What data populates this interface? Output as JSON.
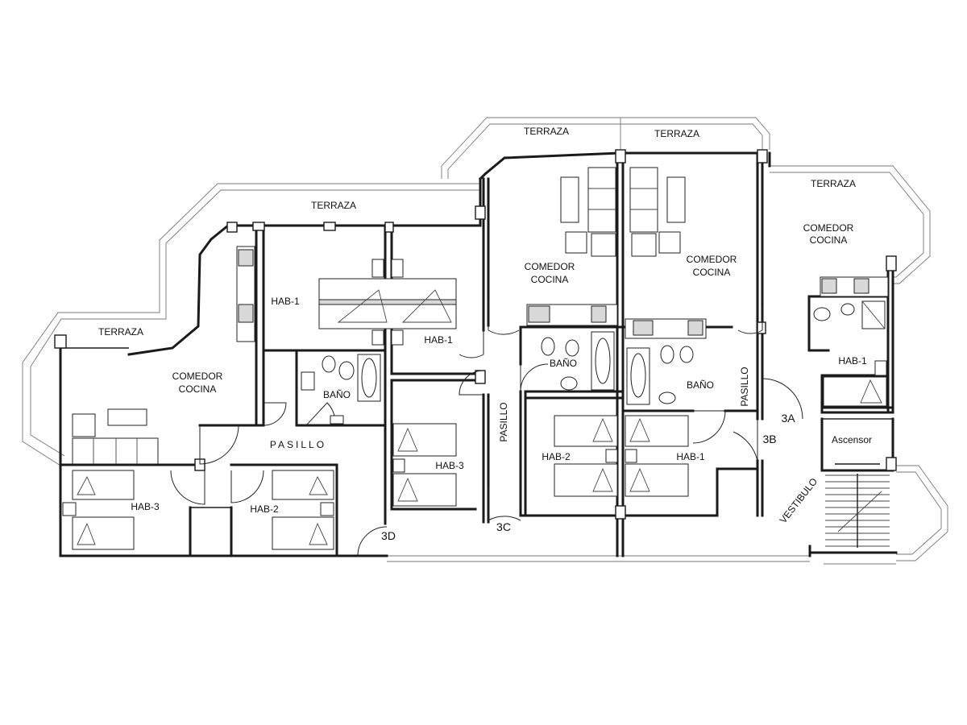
{
  "labels": {
    "terraza_left": "TERRAZA",
    "terraza_mid_left": "TERRAZA",
    "terraza_top_left": "TERRAZA",
    "terraza_top_right": "TERRAZA",
    "terraza_right": "TERRAZA",
    "comedor_d_1": "COMEDOR",
    "comedor_d_2": "COCINA",
    "comedor_c_1": "COMEDOR",
    "comedor_c_2": "COCINA",
    "comedor_b_1": "COMEDOR",
    "comedor_b_2": "COCINA",
    "comedor_a_1": "COMEDOR",
    "comedor_a_2": "COCINA",
    "hab1_d": "HAB-1",
    "hab1_c": "HAB-1",
    "hab1_b": "HAB-1",
    "hab1_a": "HAB-1",
    "hab2_d": "HAB-2",
    "hab2_b": "HAB-2",
    "hab3_d": "HAB-3",
    "hab3_c": "HAB-3",
    "bano_d": "BAÑO",
    "bano_c": "BAÑO",
    "bano_b": "BAÑO",
    "pasillo_d": "PASILLO",
    "pasillo_c": "PASILLO",
    "pasillo_b": "PASILLO",
    "unit_3a": "3A",
    "unit_3b": "3B",
    "unit_3c": "3C",
    "unit_3d": "3D",
    "ascensor": "Ascensor",
    "vestibulo": "VESTIBULO"
  }
}
